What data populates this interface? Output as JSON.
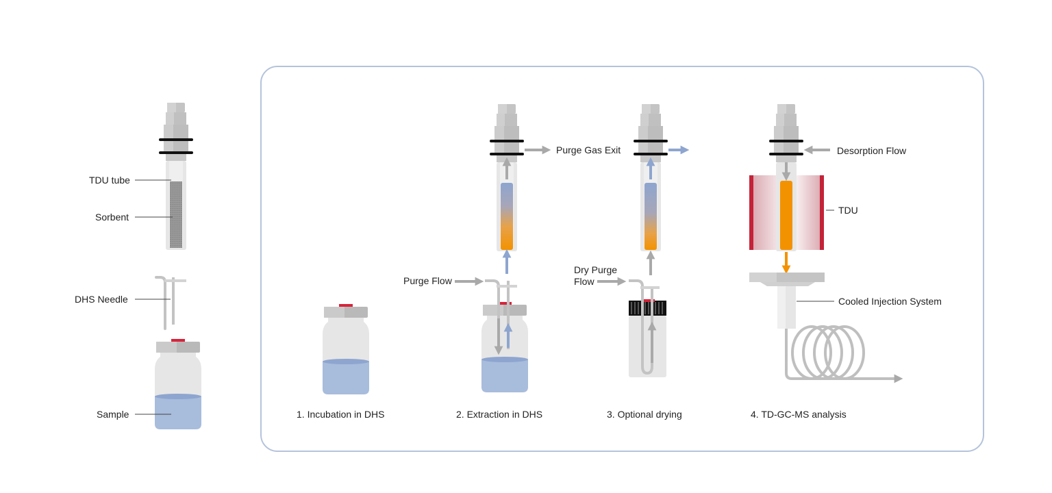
{
  "legend": {
    "tdu_tube": "TDU tube",
    "sorbent": "Sorbent",
    "dhs_needle": "DHS Needle",
    "sample": "Sample"
  },
  "steps": [
    {
      "label": "1.  Incubation in DHS"
    },
    {
      "label": "2. Extraction in DHS"
    },
    {
      "label": "3. Optional drying"
    },
    {
      "label": "4. TD-GC-MS analysis"
    }
  ],
  "flows": {
    "purge_gas_exit": "Purge Gas Exit",
    "purge_flow": "Purge Flow",
    "dry_purge_flow": "Dry Purge\nFlow",
    "desorption_flow": "Desorption Flow",
    "tdu": "TDU",
    "cooled_injection_system": "Cooled Injection System"
  },
  "colors": {
    "panel_border": "#b4c3dc",
    "grey_arrow": "#a9a9a9",
    "blue_arrow": "#8ea5cf",
    "liquid": "#a8bcdc",
    "orange": "#f39200",
    "red": "#c42338",
    "septum": "#d7243a"
  }
}
